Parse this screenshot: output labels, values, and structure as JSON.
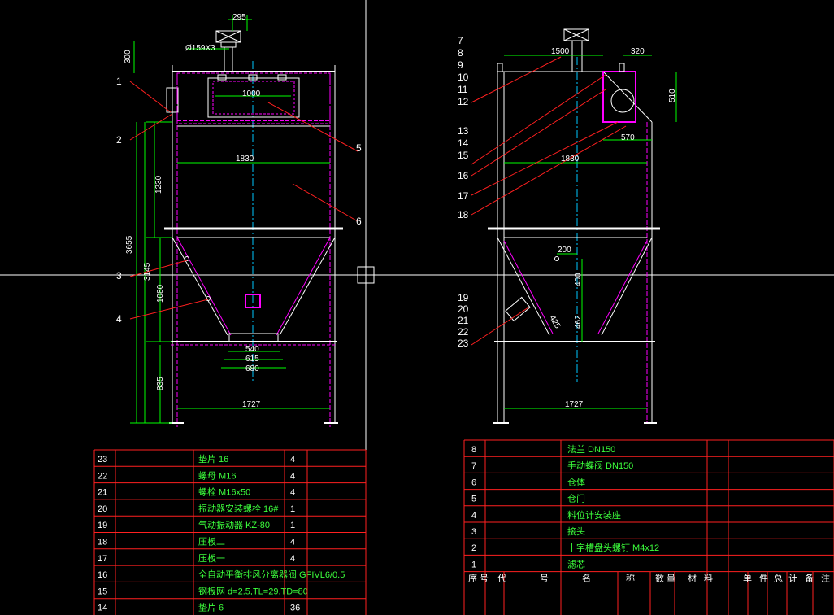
{
  "front": {
    "dims": {
      "d295": "295",
      "d300": "300",
      "pipe": "Ø159X3",
      "d1000": "1000",
      "d830": "1830",
      "d1230": "1230",
      "d3655": "3655",
      "d3145": "3145",
      "d1080": "1080",
      "d835": "835",
      "d540": "540",
      "d615": "615",
      "d680": "680",
      "d1727": "1727"
    },
    "callouts": [
      "1",
      "2",
      "3",
      "4",
      "5",
      "6"
    ]
  },
  "side": {
    "dims": {
      "d1500": "1500",
      "d320": "320",
      "d510": "510",
      "d570": "570",
      "d830": "1830",
      "d200": "200",
      "d400": "400",
      "d462": "462",
      "d425": "425",
      "d1727": "1727"
    },
    "callouts": [
      "7",
      "8",
      "9",
      "10",
      "11",
      "12",
      "13",
      "14",
      "15",
      "16",
      "17",
      "18",
      "19",
      "20",
      "21",
      "22",
      "23"
    ]
  },
  "table_left": [
    {
      "no": "23",
      "name": "垫片 16",
      "qty": "4"
    },
    {
      "no": "22",
      "name": "螺母 M16",
      "qty": "4"
    },
    {
      "no": "21",
      "name": "螺栓 M16x50",
      "qty": "4"
    },
    {
      "no": "20",
      "name": "振动器安装螺栓 16#",
      "qty": "1"
    },
    {
      "no": "19",
      "name": "气动振动器 KZ-80",
      "qty": "1"
    },
    {
      "no": "18",
      "name": "压板二",
      "qty": "4"
    },
    {
      "no": "17",
      "name": "压板一",
      "qty": "4"
    },
    {
      "no": "16",
      "name": "全自动平衡排风分离器阀 GFIVL6/0.5",
      "qty": ""
    },
    {
      "no": "15",
      "name": "钢板网 d=2.5,TL=29,TD=80",
      "qty": ""
    },
    {
      "no": "14",
      "name": "垫片 6",
      "qty": "36"
    }
  ],
  "table_right": [
    {
      "no": "8",
      "name": "法兰 DN150"
    },
    {
      "no": "7",
      "name": "手动蝶阀 DN150"
    },
    {
      "no": "6",
      "name": "仓体"
    },
    {
      "no": "5",
      "name": "仓门"
    },
    {
      "no": "4",
      "name": "料位计安装座"
    },
    {
      "no": "3",
      "name": "接头"
    },
    {
      "no": "2",
      "name": "十字槽盘头螺钉 M4x12"
    },
    {
      "no": "1",
      "name": "滤芯"
    }
  ],
  "table_right_header": [
    "序",
    "号",
    "代",
    "号",
    "名",
    "称",
    "数",
    "量",
    "材",
    "料",
    "单",
    "件",
    "总",
    "计",
    "备",
    "注"
  ]
}
